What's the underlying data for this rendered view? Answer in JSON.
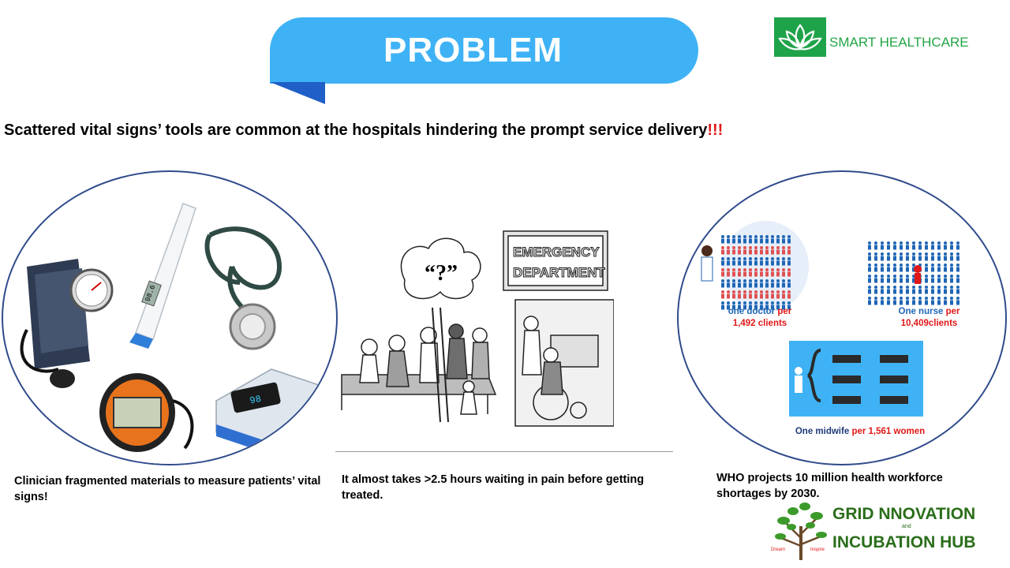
{
  "banner": {
    "title": "PROBLEM"
  },
  "brand": {
    "name": "SMART HEALTHCARE"
  },
  "headline": {
    "text": "Scattered vital signs’ tools are common at the hospitals hindering the prompt service delivery",
    "emphasis": "!!!"
  },
  "left": {
    "caption": "Clinician fragmented  materials to measure patients’ vital signs!",
    "display": "98.6",
    "oximeter": "98"
  },
  "middle": {
    "sign_line1": "EMERGENCY",
    "sign_line2": "DEPARTMENT",
    "thought": "“?”",
    "caption": "It almost takes  >2.5 hours waiting in pain before getting treated."
  },
  "right": {
    "doctor_label": "one doctor",
    "doctor_per": "per",
    "doctor_count": "1,492  clients",
    "nurse_label": "One nurse",
    "nurse_per": "per",
    "nurse_count": "10,409clients",
    "midwife_label": "One midwife",
    "midwife_count": "per 1,561 women",
    "caption": "WHO projects 10 million health workforce shortages by 2030."
  },
  "hub": {
    "line1": "GRID NNOVATION",
    "and": "and",
    "line2": "INCUBATION HUB",
    "tag_left": "Dream",
    "tag_right": "Inspire"
  },
  "colors": {
    "banner": "#3fb2f5",
    "banner_tail": "#1f5fc7",
    "brand_green": "#1fa34a",
    "alert_red": "#e01818",
    "stat_blue": "#1f66b5",
    "hub_green": "#2a6e1a"
  }
}
